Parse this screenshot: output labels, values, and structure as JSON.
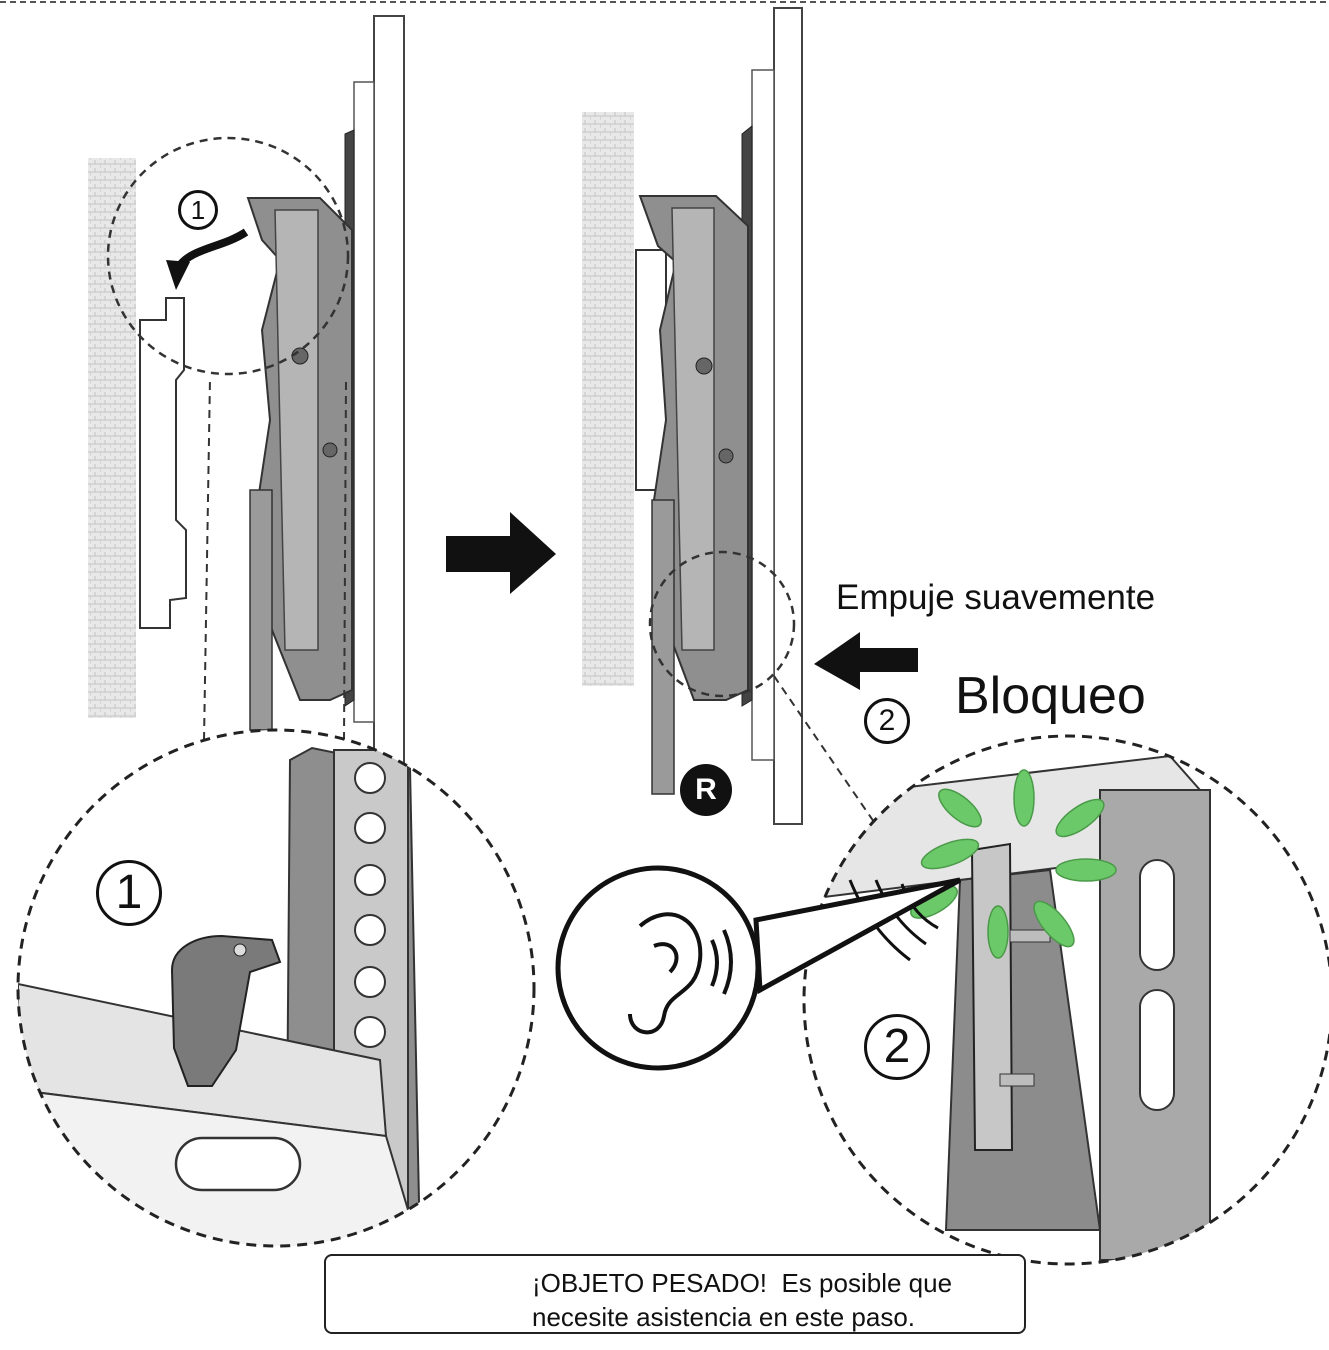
{
  "instruction": {
    "push_label": "Empuje suavemente",
    "lock_label": "Bloqueo",
    "marker_r": "R",
    "step_1": "1",
    "step_2": "2"
  },
  "warning": {
    "title": "¡OBJETO PESADO!",
    "body_line1": "Es posible que",
    "body_line2": "necesite asistencia en este paso."
  },
  "colors": {
    "ink": "#111111",
    "metal": "#8a8a8a",
    "metal_dark": "#555555",
    "wall": "#dcdcdc",
    "highlight_green": "#6cc96a"
  },
  "icons": [
    "warning-triangle-icon",
    "two-person-lift-icon",
    "ear-icon",
    "curved-arrow-icon",
    "right-arrow-icon",
    "left-arrow-icon"
  ]
}
